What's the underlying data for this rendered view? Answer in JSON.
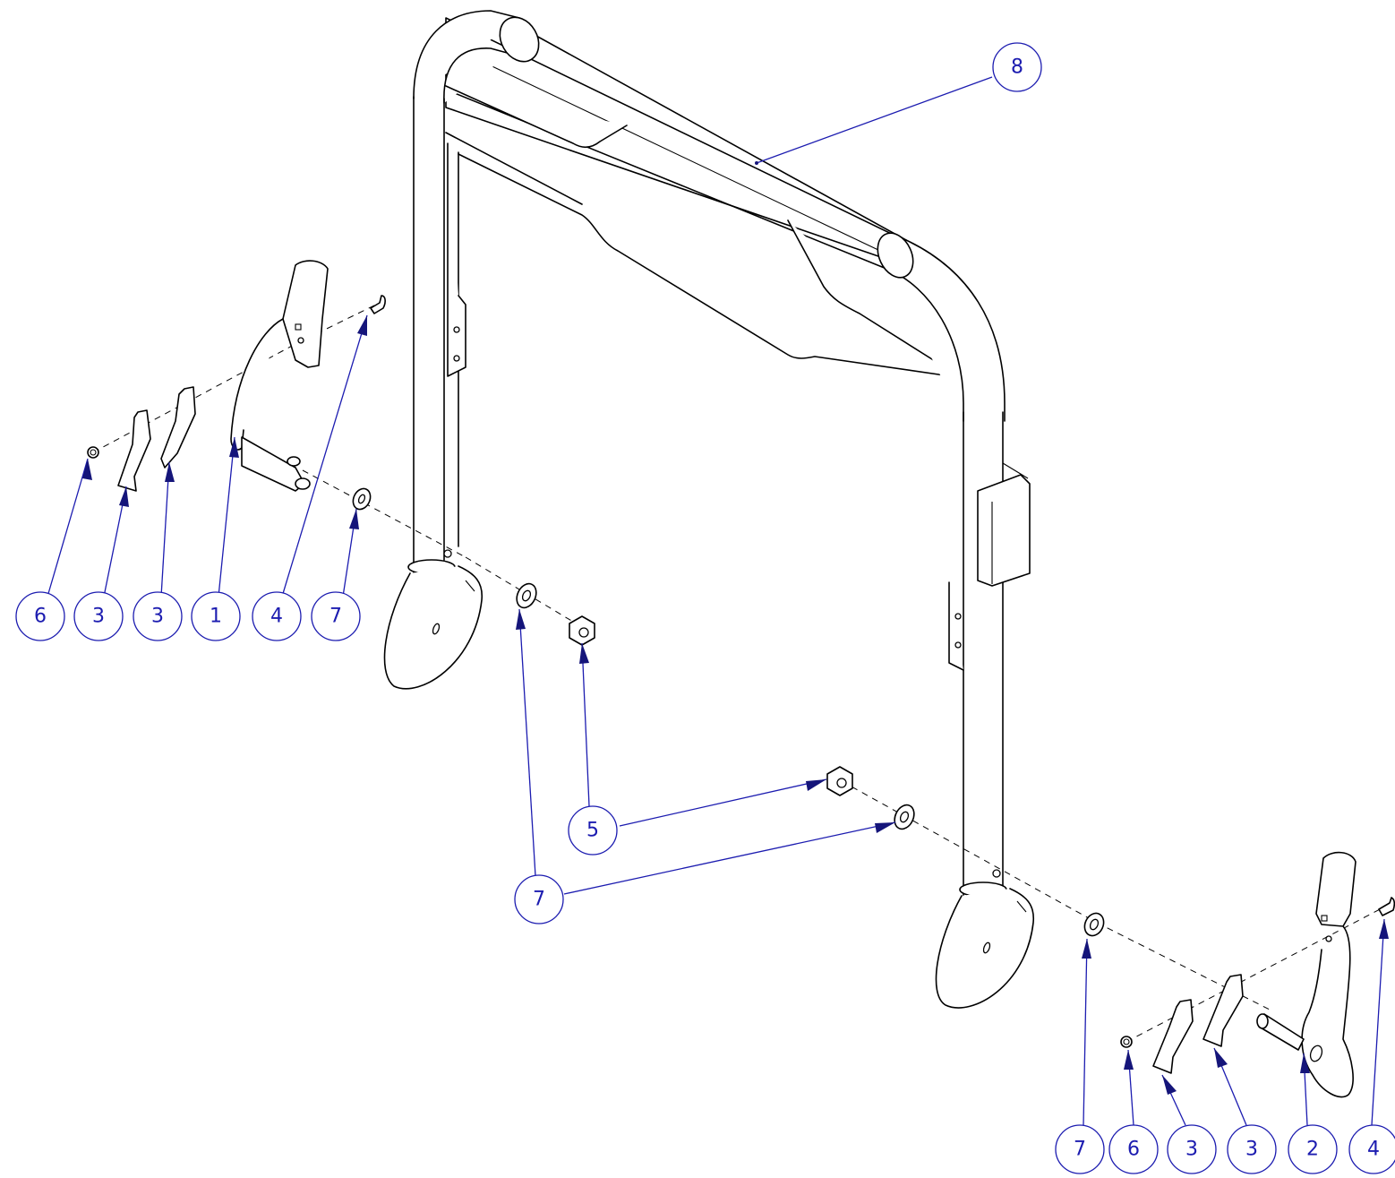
{
  "balloons": [
    {
      "id": "b-6-left",
      "label": "6"
    },
    {
      "id": "b-3-left-a",
      "label": "3"
    },
    {
      "id": "b-3-left-b",
      "label": "3"
    },
    {
      "id": "b-1",
      "label": "1"
    },
    {
      "id": "b-4-left",
      "label": "4"
    },
    {
      "id": "b-7-left",
      "label": "7"
    },
    {
      "id": "b-8",
      "label": "8"
    },
    {
      "id": "b-5",
      "label": "5"
    },
    {
      "id": "b-7-center",
      "label": "7"
    },
    {
      "id": "b-7-right",
      "label": "7"
    },
    {
      "id": "b-6-right",
      "label": "6"
    },
    {
      "id": "b-3-right-a",
      "label": "3"
    },
    {
      "id": "b-3-right-b",
      "label": "3"
    },
    {
      "id": "b-2",
      "label": "2"
    },
    {
      "id": "b-4-right",
      "label": "4"
    }
  ],
  "colors": {
    "balloon": "#1c1cb0",
    "arrowhead": "#15157a",
    "line": "#000000",
    "background": "#ffffff"
  }
}
